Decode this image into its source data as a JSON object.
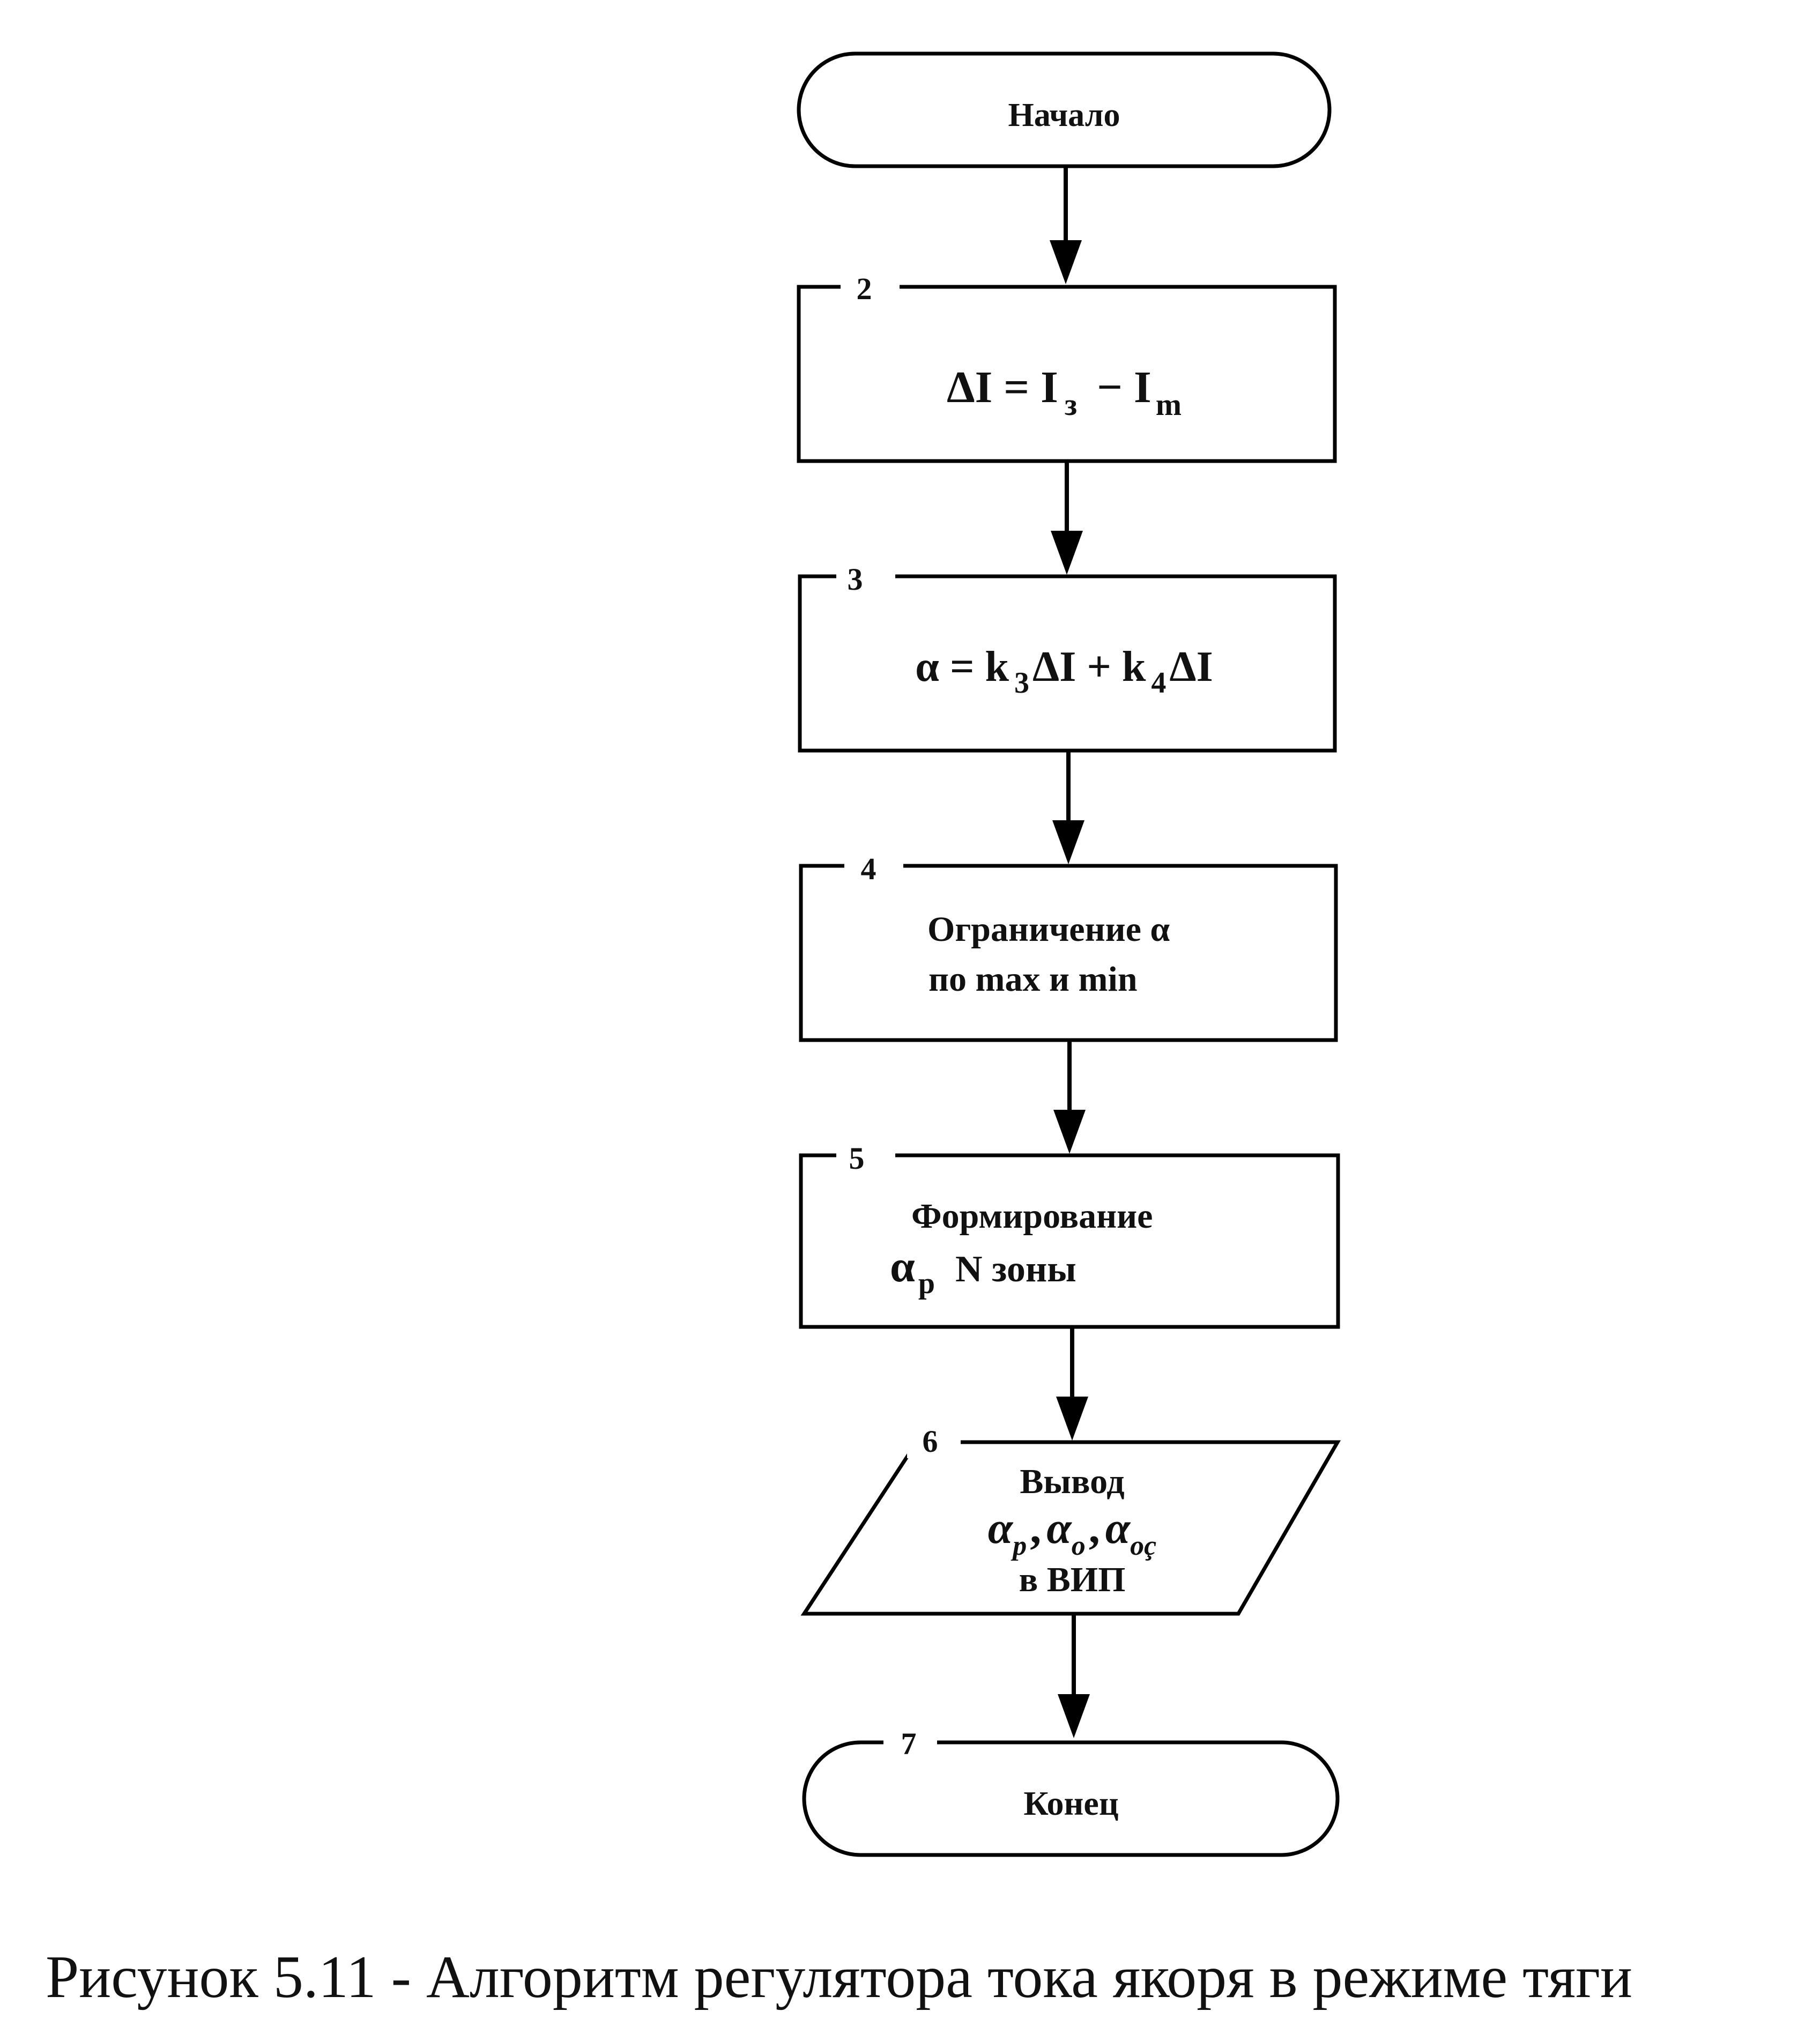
{
  "diagram": {
    "blocks": {
      "start": {
        "label": "Начало"
      },
      "b2": {
        "number": "2",
        "formula": {
          "lhs": "ΔI = I",
          "sub1": "з",
          "op": " − I",
          "sub2": "m"
        }
      },
      "b3": {
        "number": "3",
        "formula": {
          "part1": "α = k",
          "sub1": "3",
          "part2": "ΔI + k",
          "sub2": "4",
          "part3": "ΔI"
        }
      },
      "b4": {
        "number": "4",
        "line1": "Ограничение α",
        "line2": "по max и min"
      },
      "b5": {
        "number": "5",
        "line1": "Формирование",
        "alpha": "α",
        "alpha_sub": "p",
        "line2_rest": "N зоны"
      },
      "b6": {
        "number": "6",
        "line1": "Вывод",
        "a1": "α",
        "s1": "p",
        "a2": "α",
        "s2": "o",
        "a3": "α",
        "s3": "oç",
        "sep": ",",
        "line3": "в ВИП"
      },
      "end": {
        "number": "7",
        "label": "Конец"
      }
    },
    "caption": "Рисунок 5.11 - Алгоритм регулятора тока якоря в режиме тяги"
  }
}
